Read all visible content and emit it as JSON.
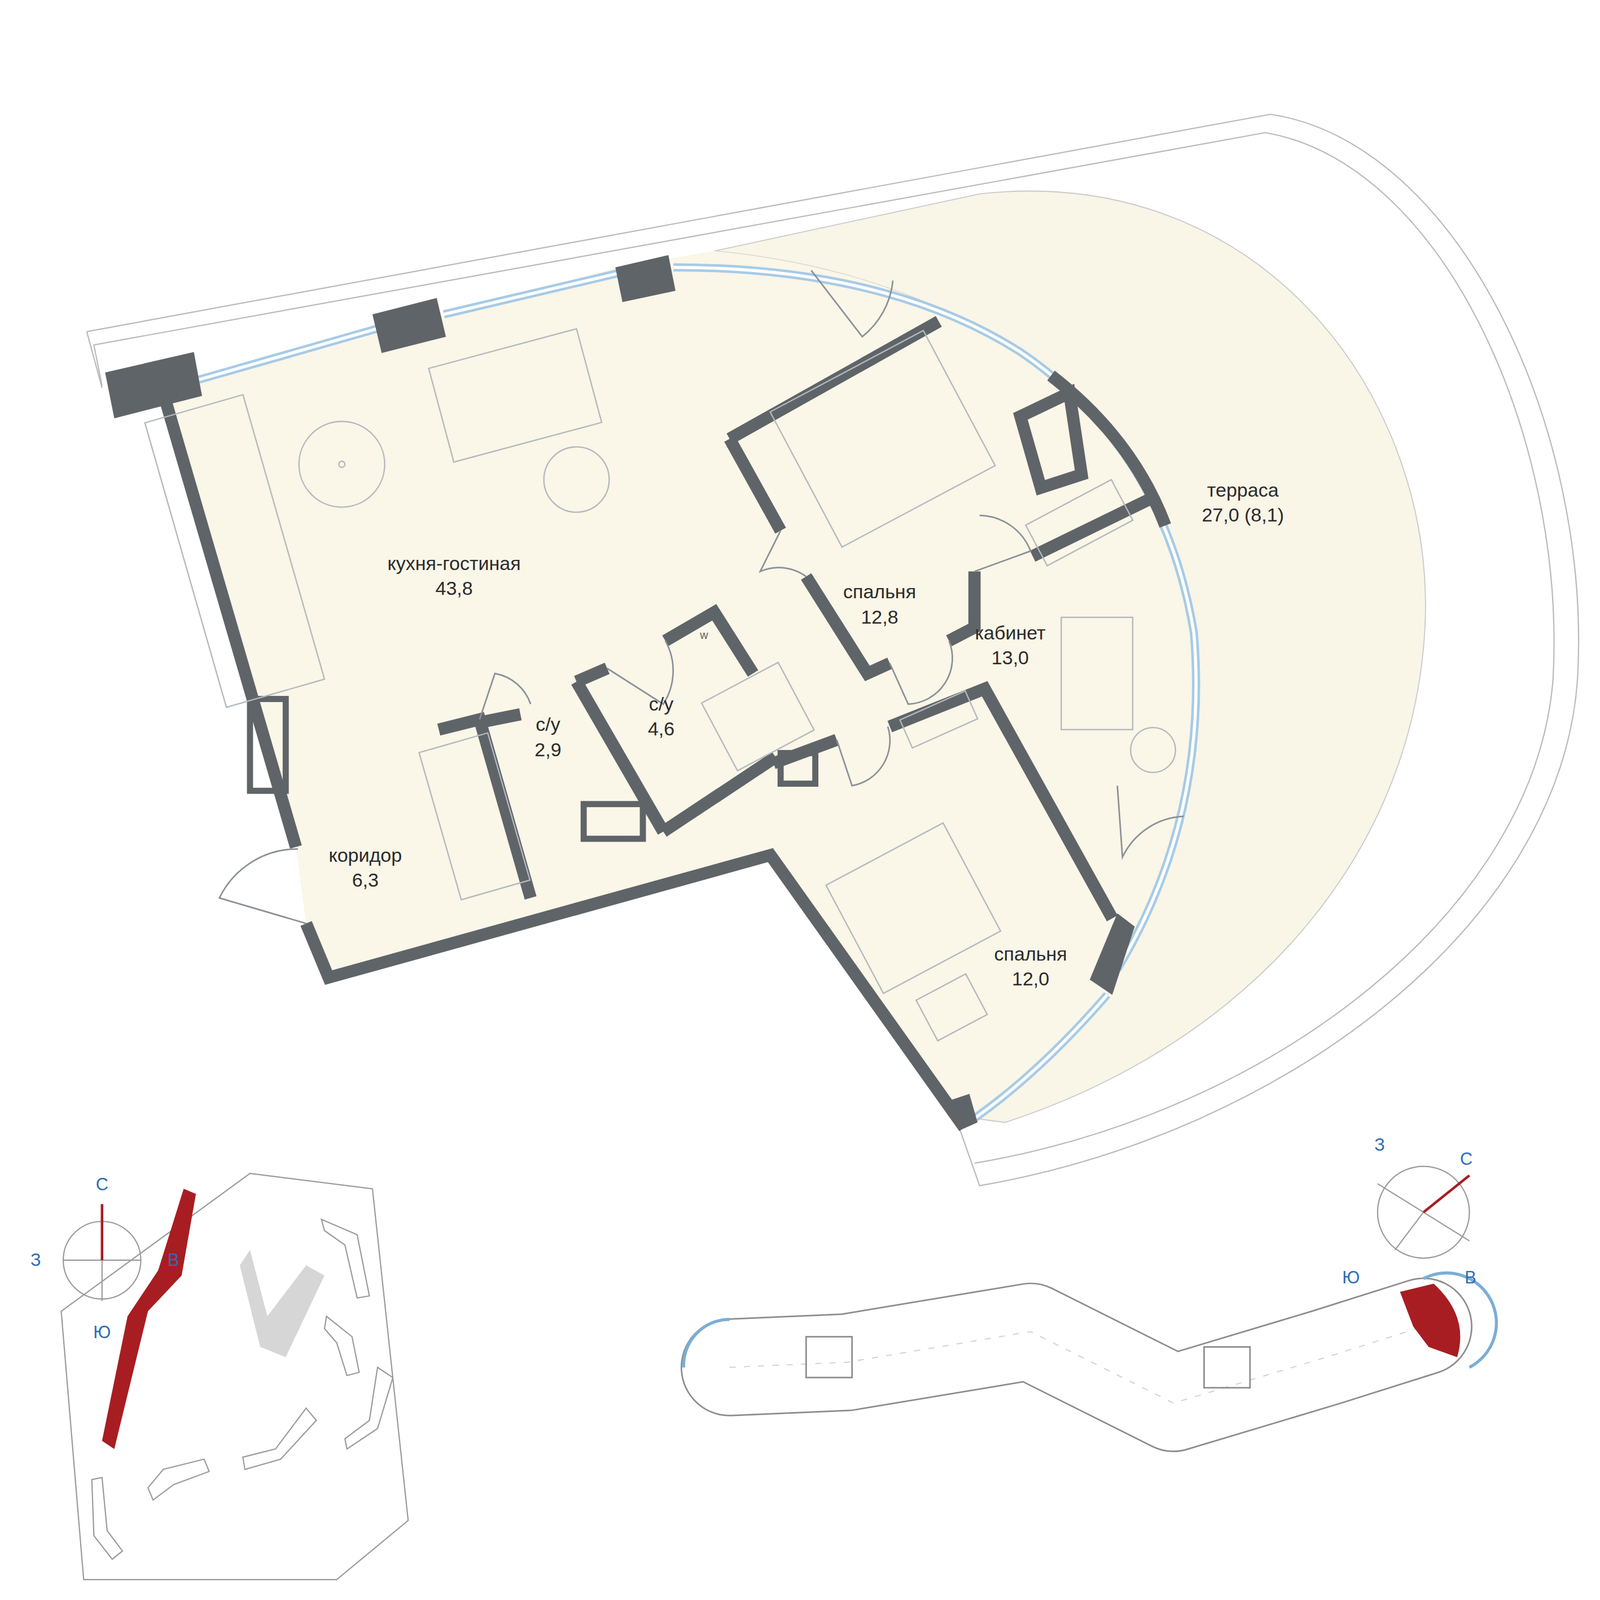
{
  "diagram": {
    "nodes": [
      {
        "text": [
          "кухня-гостиная",
          "43,8"
        ]
      },
      {
        "text": [
          "спальня",
          "12,8"
        ]
      },
      {
        "text": [
          "кабинет",
          "13,0"
        ]
      },
      {
        "text": [
          "с/у",
          "2,9"
        ]
      },
      {
        "text": [
          "с/у",
          "4,6"
        ]
      },
      {
        "text": [
          "коридор",
          "6,3"
        ]
      },
      {
        "text": [
          "спальня",
          "12,0"
        ]
      },
      {
        "text": [
          "терраса",
          "27,0 (8,1)"
        ]
      }
    ],
    "labels": [
      "С",
      "З",
      "В",
      "Ю",
      "З",
      "С",
      "Ю",
      "В",
      "w"
    ]
  }
}
